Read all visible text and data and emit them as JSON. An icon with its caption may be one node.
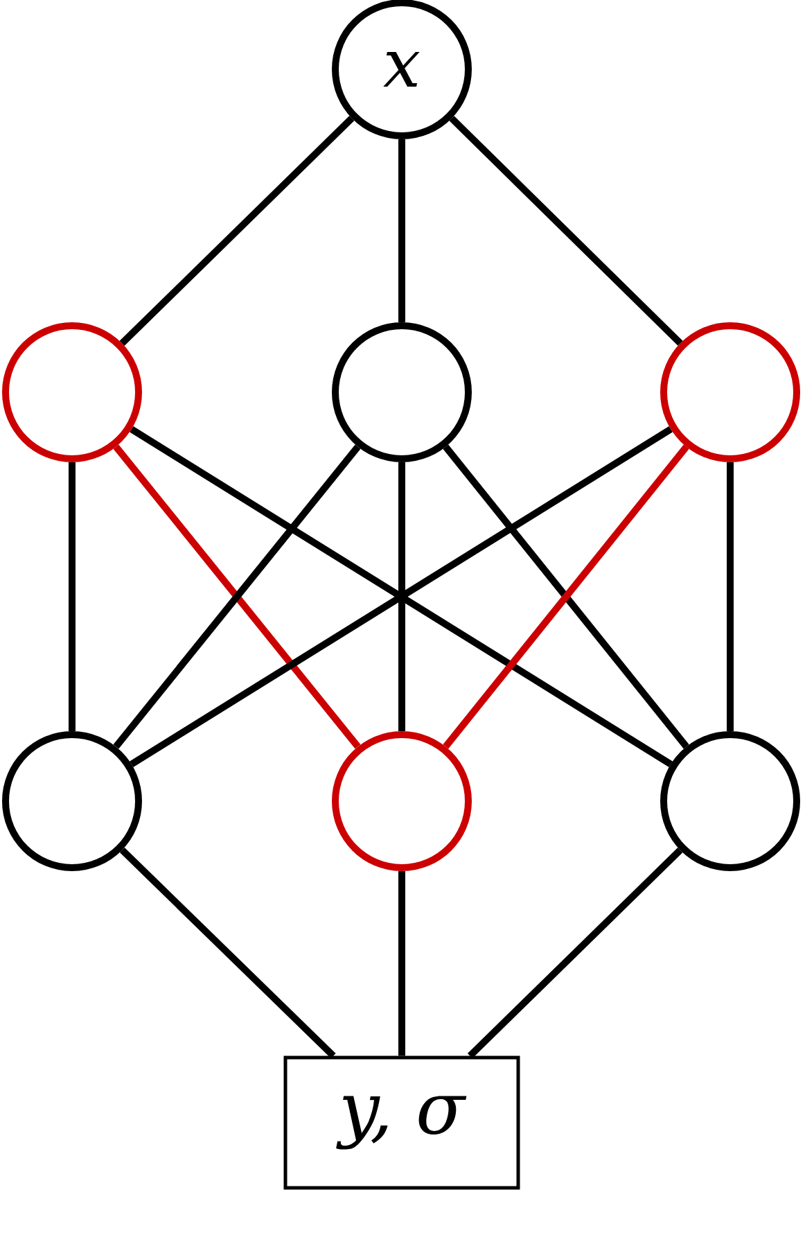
{
  "diagram": {
    "nodes": [
      {
        "text": [
          "x"
        ]
      },
      {
        "text": [],
        "shape": "circle"
      },
      {
        "text": [],
        "shape": "circle"
      },
      {
        "text": [],
        "shape": "circle"
      },
      {
        "text": [],
        "shape": "circle"
      },
      {
        "text": [],
        "shape": "circle"
      },
      {
        "text": [],
        "shape": "circle"
      },
      {
        "text": [
          "y, σ"
        ]
      }
    ],
    "edges": [
      {
        "from": 0,
        "to": 1,
        "arrow": "none"
      },
      {
        "from": 0,
        "to": 2,
        "arrow": "none"
      },
      {
        "from": 0,
        "to": 3,
        "arrow": "none"
      },
      {
        "from": 1,
        "to": 4,
        "arrow": "none"
      },
      {
        "from": 1,
        "to": 5,
        "arrow": "none",
        "color": "#cc0000"
      },
      {
        "from": 1,
        "to": 6,
        "arrow": "none"
      },
      {
        "from": 2,
        "to": 4,
        "arrow": "none"
      },
      {
        "from": 2,
        "to": 5,
        "arrow": "none"
      },
      {
        "from": 2,
        "to": 6,
        "arrow": "none"
      },
      {
        "from": 3,
        "to": 4,
        "arrow": "none"
      },
      {
        "from": 3,
        "to": 5,
        "arrow": "none",
        "color": "#cc0000"
      },
      {
        "from": 3,
        "to": 6,
        "arrow": "none"
      },
      {
        "from": 4,
        "to": 7,
        "arrow": "none"
      },
      {
        "from": 5,
        "to": 7,
        "arrow": "none"
      },
      {
        "from": 6,
        "to": 7,
        "arrow": "none"
      }
    ]
  }
}
